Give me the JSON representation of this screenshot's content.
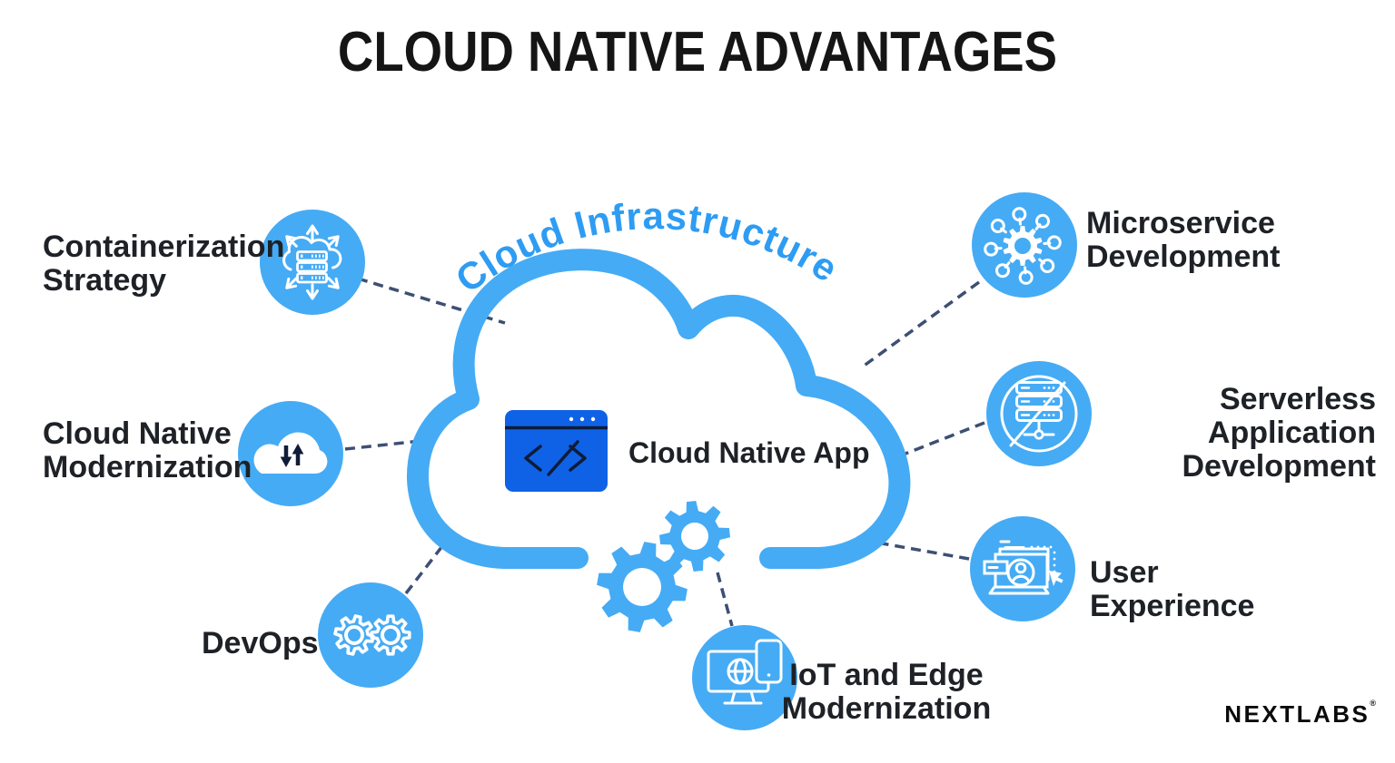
{
  "title": "CLOUD NATIVE ADVANTAGES",
  "cloud": {
    "arc_label": "Cloud Infrastructure",
    "app_label": "Cloud Native App",
    "app_icon": "code-window-icon",
    "gears_icon": "gears-icon"
  },
  "nodes": [
    {
      "id": "containerization-strategy",
      "label": "Containerization Strategy",
      "icon": "container-servers-cloud-arrows-icon"
    },
    {
      "id": "cloud-native-modernization",
      "label": "Cloud Native Modernization",
      "icon": "cloud-sync-arrows-icon"
    },
    {
      "id": "devops",
      "label": "DevOps",
      "icon": "devops-infinity-gears-icon"
    },
    {
      "id": "iot-and-edge-modernization",
      "label": "IoT and Edge Modernization",
      "icon": "iot-monitor-phone-globe-icon"
    },
    {
      "id": "microservice-development",
      "label": "Microservice Development",
      "icon": "microservices-gear-network-icon"
    },
    {
      "id": "serverless-application-development",
      "label": "Serverless Application Development",
      "icon": "serverless-crossed-server-icon"
    },
    {
      "id": "user-experience",
      "label": "User Experience",
      "icon": "ux-laptop-user-cursor-icon"
    }
  ],
  "logo": {
    "brand": "NEXTLABS",
    "registered": "®"
  },
  "colors": {
    "accent": "#45ABF5",
    "app_blue": "#0F62E6",
    "dark_glyph": "#0E1C38",
    "connector": "#3D4F73",
    "label_text": "#1E2126",
    "arc_text": "#2E9CF3",
    "title_text": "#151515",
    "background": "#FFFFFF",
    "icon_white": "#FFFFFF"
  }
}
